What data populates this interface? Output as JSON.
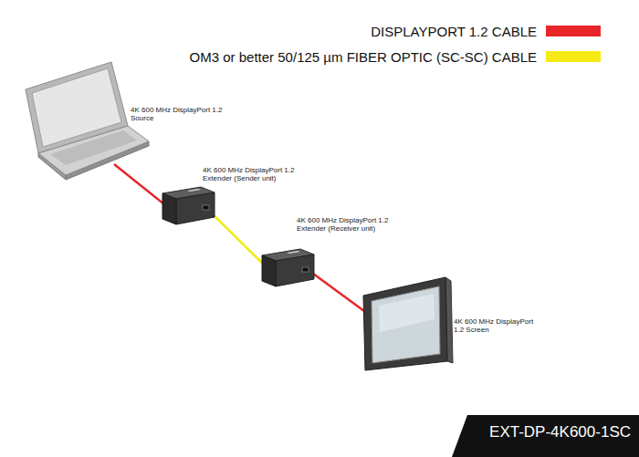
{
  "diagram": {
    "nodes": [
      {
        "text": [
          "4K 600 MHz DisplayPort 1.2 Source"
        ]
      },
      {
        "text": [
          "4K 600 MHz DisplayPort 1.2 Extender (Sender unit)"
        ]
      },
      {
        "text": [
          "4K 600 MHz DisplayPort 1.2 Extender (Receiver unit)"
        ]
      },
      {
        "text": [
          "4K 600 MHz DisplayPort 1.2 Screen"
        ]
      }
    ],
    "edges": [
      {
        "from": 0,
        "to": 1,
        "arrow": "none"
      },
      {
        "from": 1,
        "to": 2,
        "arrow": "none"
      },
      {
        "from": 2,
        "to": 3,
        "arrow": "none"
      }
    ],
    "labels": [
      "EXT-DP-4K600-1SC"
    ],
    "legend": [
      {
        "text": "DISPLAYPORT 1.2 CABLE",
        "color": "#e8262a"
      },
      {
        "text": "OM3 or better 50/125 µm FIBER OPTIC (SC-SC) CABLE",
        "color": "#f5ea14"
      }
    ]
  }
}
